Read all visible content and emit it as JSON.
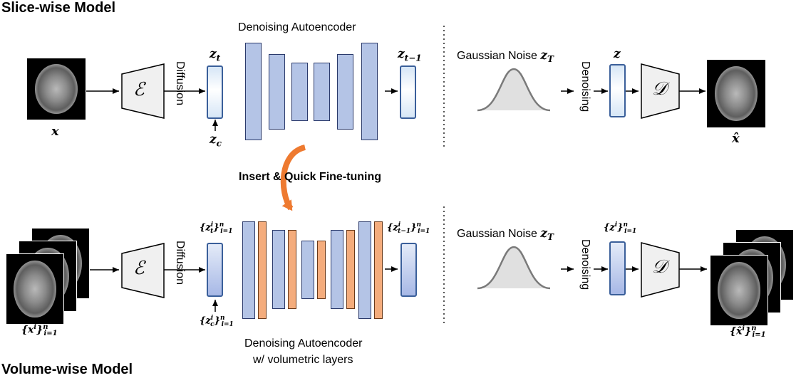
{
  "slice": {
    "title": "Slice-wise Model",
    "input_label": "x",
    "encoder_symbol": "ℰ",
    "diffusion_label": "Diffusion",
    "zt_label": "z",
    "zt_sub": "t",
    "zc_label": "z",
    "zc_sub": "c",
    "dae_title": "Denoising Autoencoder",
    "ztm1_label": "z",
    "ztm1_sub": "t−1",
    "gaussian_label": "Gaussian Noise ",
    "gaussian_symbol": "z",
    "gaussian_sub": "T",
    "denoising_label": "Denoising",
    "z_label": "z",
    "decoder_symbol": "𝒟",
    "output_label": "x̂"
  },
  "middle": {
    "insert_label": "Insert & Quick Fine-tuning"
  },
  "volume": {
    "title": "Volume-wise Model",
    "input_label": "{x",
    "input_sup": "i",
    "input_close": "}",
    "input_subsup": "n",
    "input_sub": "i=1",
    "encoder_symbol": "ℰ",
    "diffusion_label": "Diffusion",
    "zt_label": "{z",
    "zt_sub_inner": "t",
    "zt_sup": "i",
    "zt_close": "}",
    "zt_n": "n",
    "zt_range": "i=1",
    "zc_label": "{z",
    "zc_sub_inner": "c",
    "zc_sup": "i",
    "zc_close": "}",
    "zc_n": "n",
    "zc_range": "i=1",
    "ztm1_label": "{z",
    "ztm1_sub_inner": "t−1",
    "ztm1_sup": "i",
    "ztm1_close": "}",
    "ztm1_n": "n",
    "ztm1_range": "i=1",
    "gaussian_label": "Gaussian Noise ",
    "gaussian_symbol": "z",
    "gaussian_sub": "T",
    "denoising_label": "Denoising",
    "z_label": "{z",
    "z_sup": "i",
    "z_close": "}",
    "z_n": "n",
    "z_range": "i=1",
    "decoder_symbol": "𝒟",
    "output_label": "{x̂",
    "output_sup": "i",
    "output_close": "}",
    "output_n": "n",
    "output_range": "i=1",
    "dae_title_line1": "Denoising Autoencoder",
    "dae_title_line2": "w/ volumetric layers"
  },
  "colors": {
    "unet_blue": "#b4c4e6",
    "unet_orange": "#f4ac7c",
    "latent_border": "#3a5f9a",
    "arrow_orange": "#ee7a30",
    "gaussian_fill": "#e0e0e0"
  }
}
